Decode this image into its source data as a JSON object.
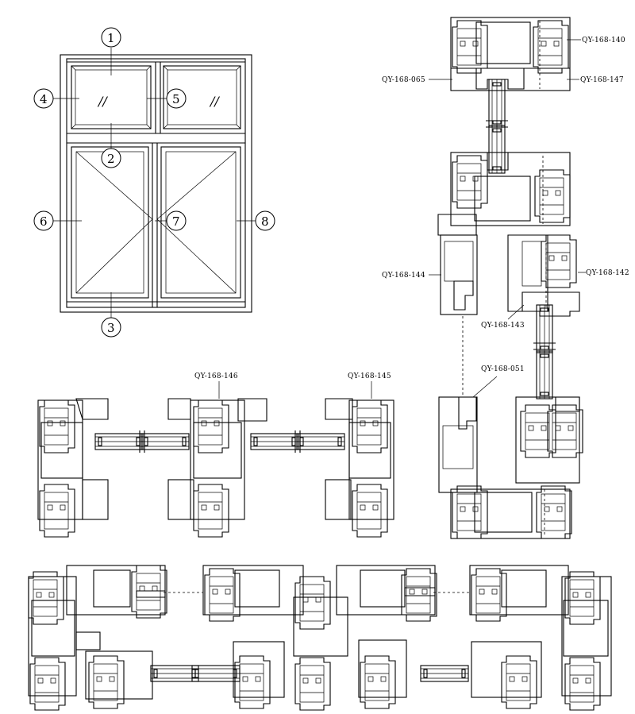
{
  "elevation": {
    "markers": [
      {
        "id": "marker-1",
        "label": "1"
      },
      {
        "id": "marker-2",
        "label": "2"
      },
      {
        "id": "marker-3",
        "label": "3"
      },
      {
        "id": "marker-4",
        "label": "4"
      },
      {
        "id": "marker-5",
        "label": "5"
      },
      {
        "id": "marker-6",
        "label": "6"
      },
      {
        "id": "marker-7",
        "label": "7"
      },
      {
        "id": "marker-8",
        "label": "8"
      }
    ],
    "glass_marks": [
      "//",
      "//"
    ]
  },
  "callouts": {
    "qy_168_140": "QY-168-140",
    "qy_168_147": "QY-168-147",
    "qy_168_065": "QY-168-065",
    "qy_168_144": "QY-168-144",
    "qy_168_142": "QY-168-142",
    "qy_168_143": "QY-168-143",
    "qy_168_051": "QY-168-051",
    "qy_168_146": "QY-168-146",
    "qy_168_145": "QY-168-145"
  }
}
